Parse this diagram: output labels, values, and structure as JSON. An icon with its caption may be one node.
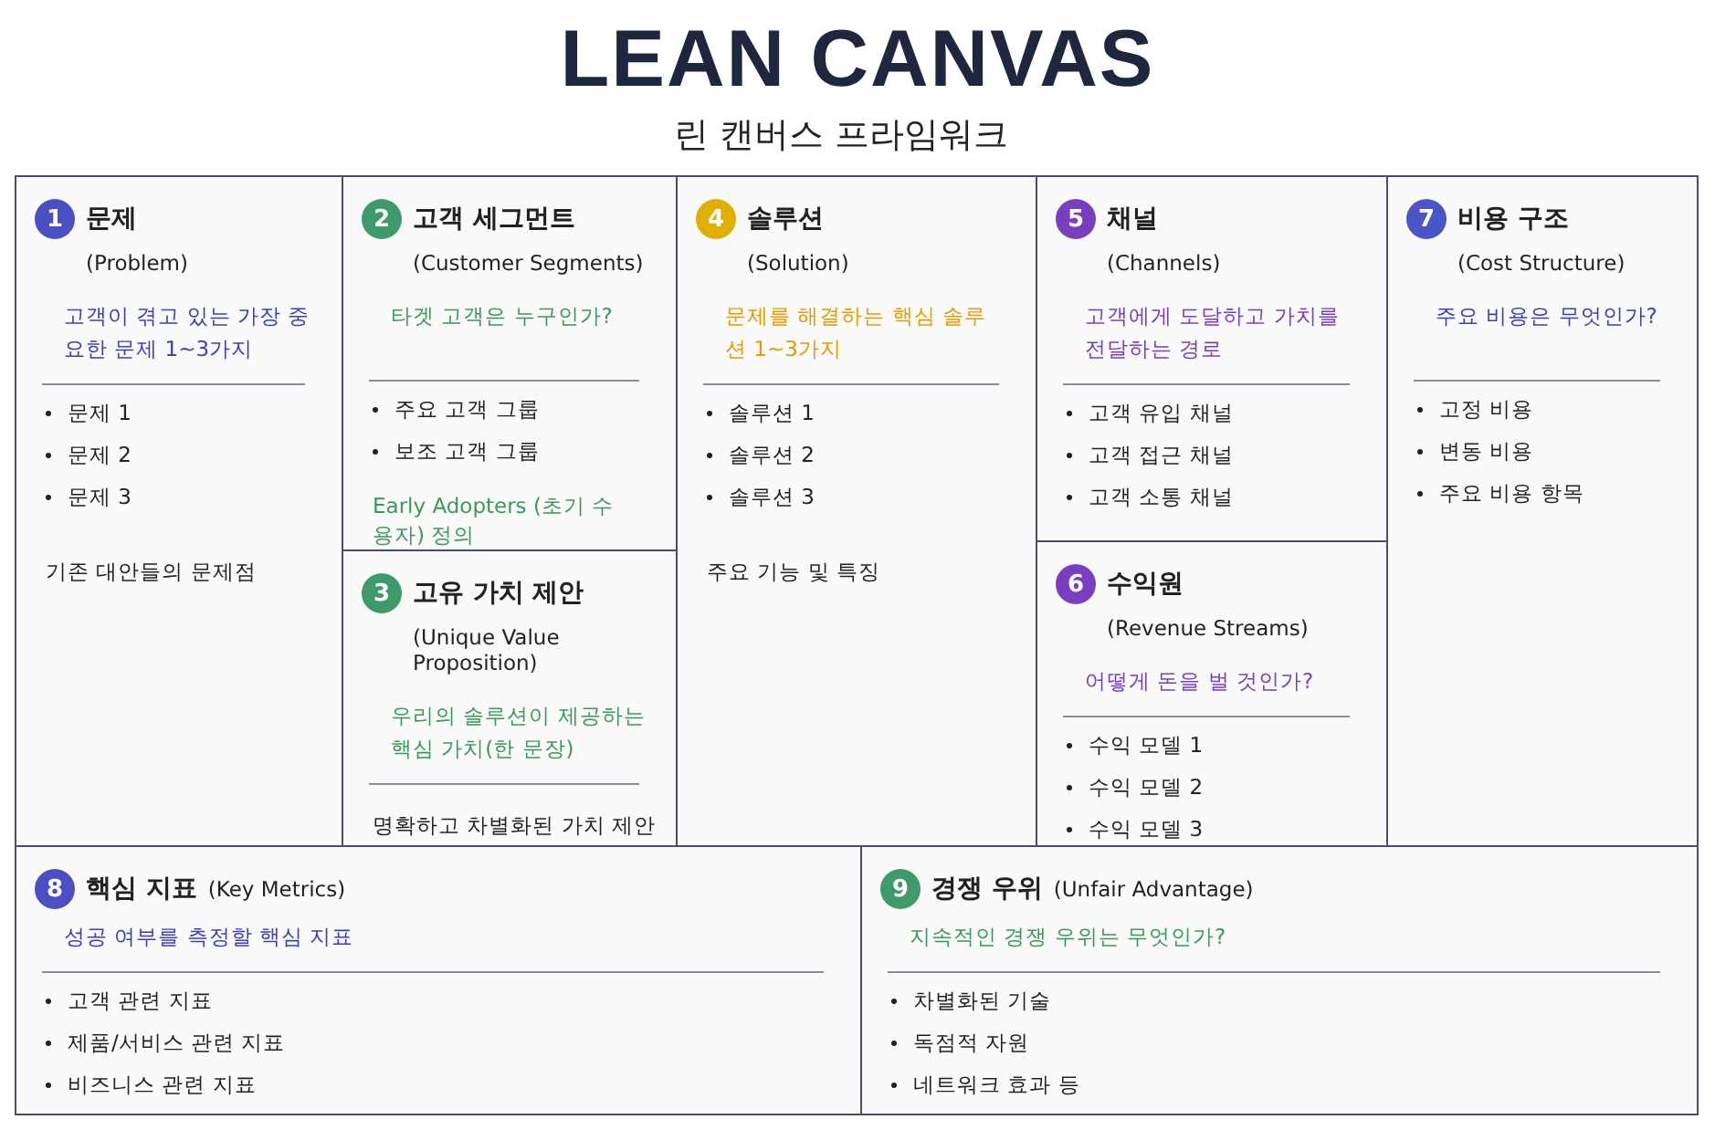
{
  "diagram": {
    "title": "LEAN CANVAS",
    "nodes": [
      {
        "text": [
          "1",
          "문제",
          "(Problem)",
          "고객이 겪고 있는 가장 중요한 문제 1~3가지",
          "문제 1",
          "문제 2",
          "문제 3",
          "기존 대안들의 문제점"
        ]
      },
      {
        "text": [
          "2",
          "고객 세그먼트",
          "(Customer Segments)",
          "타겟 고객은 누구인가?",
          "주요 고객 그룹",
          "보조 고객 그룹",
          "Early Adopters (초기 수용자) 정의"
        ]
      },
      {
        "text": [
          "3",
          "고유 가치 제안",
          "(Unique Value Proposition)",
          "우리의 솔루션이 제공하는 핵심 가치(한 문장)",
          "명확하고 차별화된 가치 제안"
        ]
      },
      {
        "text": [
          "4",
          "솔루션",
          "(Solution)",
          "문제를 해결하는 핵심 솔루션 1~3가지",
          "솔루션 1",
          "솔루션 2",
          "솔루션 3",
          "주요 기능 및 특징"
        ]
      },
      {
        "text": [
          "5",
          "채널",
          "(Channels)",
          "고객에게 도달하고 가치를 전달하는 경로",
          "고객 유입 채널",
          "고객 접근 채널",
          "고객 소통 채널"
        ]
      },
      {
        "text": [
          "6",
          "수익원",
          "(Revenue Streams)",
          "어떻게 돈을 벌 것인가?",
          "수익 모델 1",
          "수익 모델 2",
          "수익 모델 3"
        ]
      },
      {
        "text": [
          "7",
          "비용 구조",
          "(Cost Structure)",
          "주요 비용은 무엇인가?",
          "고정 비용",
          "변동 비용",
          "주요 비용 항목"
        ]
      },
      {
        "text": [
          "8",
          "핵심 지표",
          "(Key Metrics)",
          "성공 여부를 측정할 핵심 지표",
          "고객 관련 지표",
          "제품/서비스 관련 지표",
          "비즈니스 관련 지표"
        ]
      },
      {
        "text": [
          "9",
          "경쟁 우위",
          "(Unfair Advantage)",
          "지속적인 경쟁 우위는 무엇인가?",
          "차별화된 기술",
          "독점적 자원",
          "네트워크 효과 등"
        ]
      }
    ],
    "labels": [
      "린 캔버스 프라임워크"
    ]
  }
}
